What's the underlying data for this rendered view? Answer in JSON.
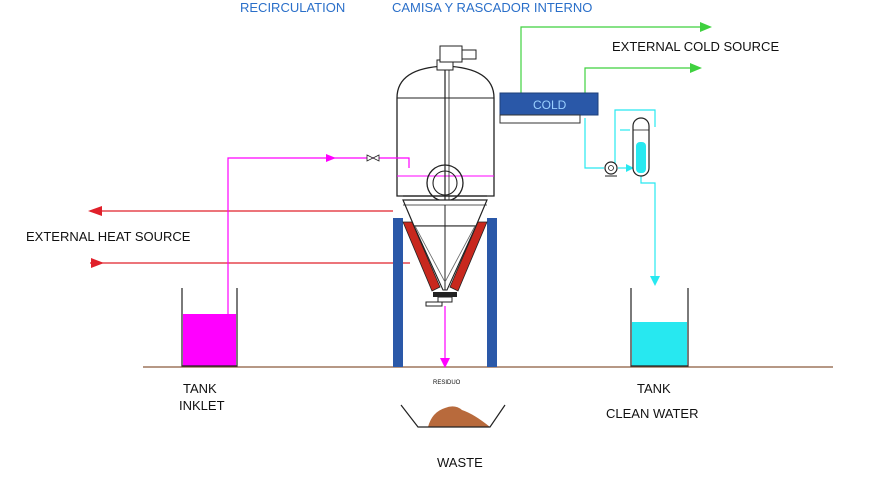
{
  "header": {
    "left": "RECIRCULATION",
    "right": "CAMISA Y RASCADOR INTERNO"
  },
  "labels": {
    "external_cold_source": "EXTERNAL  COLD SOURCE",
    "external_heat_source": "EXTERNAL  HEAT SOURCE",
    "cold": "COLD",
    "residuo": "RESIDUO",
    "tank_inklet_line1": "TANK",
    "tank_inklet_line2": "INKLET",
    "tank_clean_line1": "TANK",
    "tank_clean_line2": "CLEAN WATER",
    "waste": "WASTE"
  },
  "colors": {
    "header_text": "#2a6fc9",
    "heat_line": "#e0202a",
    "cold_line": "#3fd13f",
    "magenta": "#ff00ff",
    "cyan": "#27e8f0",
    "steel_blue": "#2a58a8",
    "jacket_red": "#c8281e",
    "waste_brown": "#b86a3c",
    "ground": "#8b5a3c"
  }
}
